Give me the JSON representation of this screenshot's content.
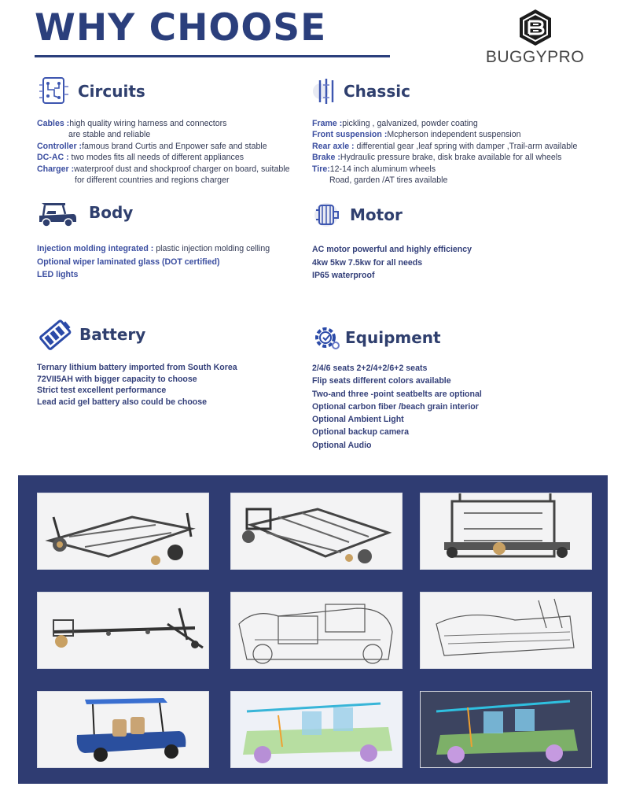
{
  "header": {
    "title": "WHY CHOOSE",
    "logo_text": "BUGGYPRO"
  },
  "sections": {
    "circuits": {
      "title": "Circuits",
      "icon": "circuit-board-icon",
      "lines": [
        {
          "key": "Cables :",
          "value": "high quality wiring harness and connectors"
        },
        {
          "key": "",
          "value": "are stable and reliable"
        },
        {
          "key": "Controller :",
          "value": "famous brand Curtis and Enpower safe and stable"
        },
        {
          "key": "DC-AC :",
          "value": " two modes fits all needs of different appliances"
        },
        {
          "key": "Charger :",
          "value": "waterproof dust and shockproof charger on board, suitable"
        },
        {
          "key": "",
          "value": "for different countries and regions charger"
        }
      ]
    },
    "chassic": {
      "title": "Chassic",
      "icon": "chassis-frame-icon",
      "lines": [
        {
          "key": "Frame :",
          "value": "pickling , galvanized, powder coating"
        },
        {
          "key": "Front suspension :",
          "value": "Mcpherson independent suspension"
        },
        {
          "key": "Rear axle : ",
          "value": "differential gear ,leaf spring with damper ,Trail-arm available"
        },
        {
          "key": "Brake :",
          "value": "Hydraulic pressure brake, disk brake available for all wheels"
        },
        {
          "key": "Tire:",
          "value": "12-14 inch aluminum wheels"
        },
        {
          "key": "",
          "value": "Road, garden /AT tires available"
        }
      ]
    },
    "body": {
      "title": "Body",
      "icon": "golf-cart-icon",
      "lines": [
        {
          "key": "Injection molding integrated : ",
          "value": "plastic injection molding celling"
        },
        {
          "key": "Optional wiper laminated glass (DOT certified)",
          "value": ""
        },
        {
          "key": "LED lights",
          "value": ""
        }
      ]
    },
    "motor": {
      "title": "Motor",
      "icon": "motor-icon",
      "items": [
        "AC motor powerful and highly efficiency",
        "4kw 5kw 7.5kw for all needs",
        "IP65 waterproof"
      ]
    },
    "battery": {
      "title": "Battery",
      "icon": "battery-icon",
      "items": [
        "Ternary lithium battery imported from South Korea",
        "72VII5AH with bigger capacity to choose",
        "Strict test excellent performance",
        "Lead acid gel battery also could be choose"
      ]
    },
    "equipment": {
      "title": "Equipment",
      "icon": "gear-equipment-icon",
      "items": [
        "2/4/6 seats 2+2/4+2/6+2 seats",
        "Flip seats different colors available",
        "Two-and three -point seatbelts are optional",
        "Optional carbon fiber /beach grain interior",
        "Optional Ambient Light",
        "Optional backup camera",
        "Optional Audio"
      ]
    }
  },
  "colors": {
    "title": "#2b3f7c",
    "key_text": "#3b4ea0",
    "gallery_bg": "#2f3c72"
  }
}
